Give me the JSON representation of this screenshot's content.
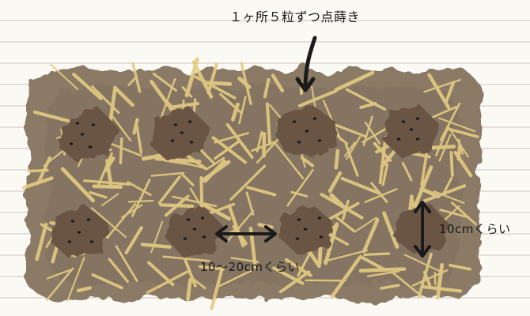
{
  "labels": {
    "sowing_instruction": "１ヶ所５粒ずつ点蒔き",
    "hole_spacing": "10～20cmくらい",
    "row_spacing": "10cmくらい"
  },
  "planting_holes": {
    "rows": 2,
    "columns": 4,
    "seeds_per_hole": 5
  },
  "colors": {
    "soil": "#8a7a66",
    "straw": "#e4cc83",
    "hole": "#6b5544",
    "seed": "#1a1a1a",
    "paper": "#fbf9f4",
    "paper_lines": "#e3dfd8"
  }
}
